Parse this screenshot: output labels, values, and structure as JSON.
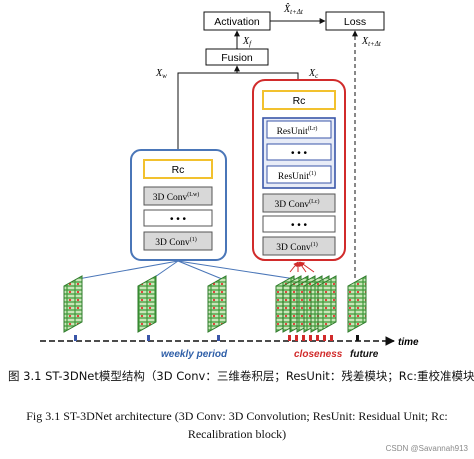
{
  "diagram": {
    "activation": "Activation",
    "loss": "Loss",
    "fusion": "Fusion",
    "x_hat_label": "X̂",
    "x_hat_sub": "t+Δt",
    "x_f_label": "X",
    "x_f_sub": "f",
    "x_w_label": "X",
    "x_w_sub": "w",
    "x_c_label": "X",
    "x_c_sub": "c",
    "x_true_label": "X",
    "x_true_sub": "t+Δt",
    "weekly_branch": {
      "rc": "Rc",
      "conv_top": "3D Conv",
      "conv_top_sup": "(Lw)",
      "dots": "• • •",
      "conv_bottom": "3D Conv",
      "conv_bottom_sup": "(1)"
    },
    "closeness_branch": {
      "rc": "Rc",
      "resunit_top": "ResUnit",
      "resunit_top_sup": "(Lr)",
      "dots1": "• • •",
      "resunit_bottom": "ResUnit",
      "resunit_bottom_sup": "(1)",
      "conv_top": "3D Conv",
      "conv_top_sup": "(Lc)",
      "dots2": "• • •",
      "conv_bottom": "3D Conv",
      "conv_bottom_sup": "(1)"
    },
    "timeline": {
      "weekly_period": "weekly period",
      "closeness": "closeness",
      "future": "future",
      "time": "time"
    },
    "colors": {
      "weekly_blue": "#4a76b8",
      "closeness_red": "#d12b2b",
      "rc_yellow": "#f2c12e",
      "resunit_blue": "#3a56a8",
      "map_green": "#3f9a3a",
      "label_blue": "#2f5fa8"
    }
  },
  "caption_cn": "图 3.1    ST-3DNet模型结构（3D Conv：三维卷积层；ResUnit：残差模块；Rc:重校准模块）",
  "caption_en_line1": "Fig 3.1    ST-3DNet architecture (3D Conv: 3D Convolution; ResUnit: Residual Unit; Rc:",
  "caption_en_line2": "Recalibration block)",
  "watermark": "CSDN @Savannah913"
}
